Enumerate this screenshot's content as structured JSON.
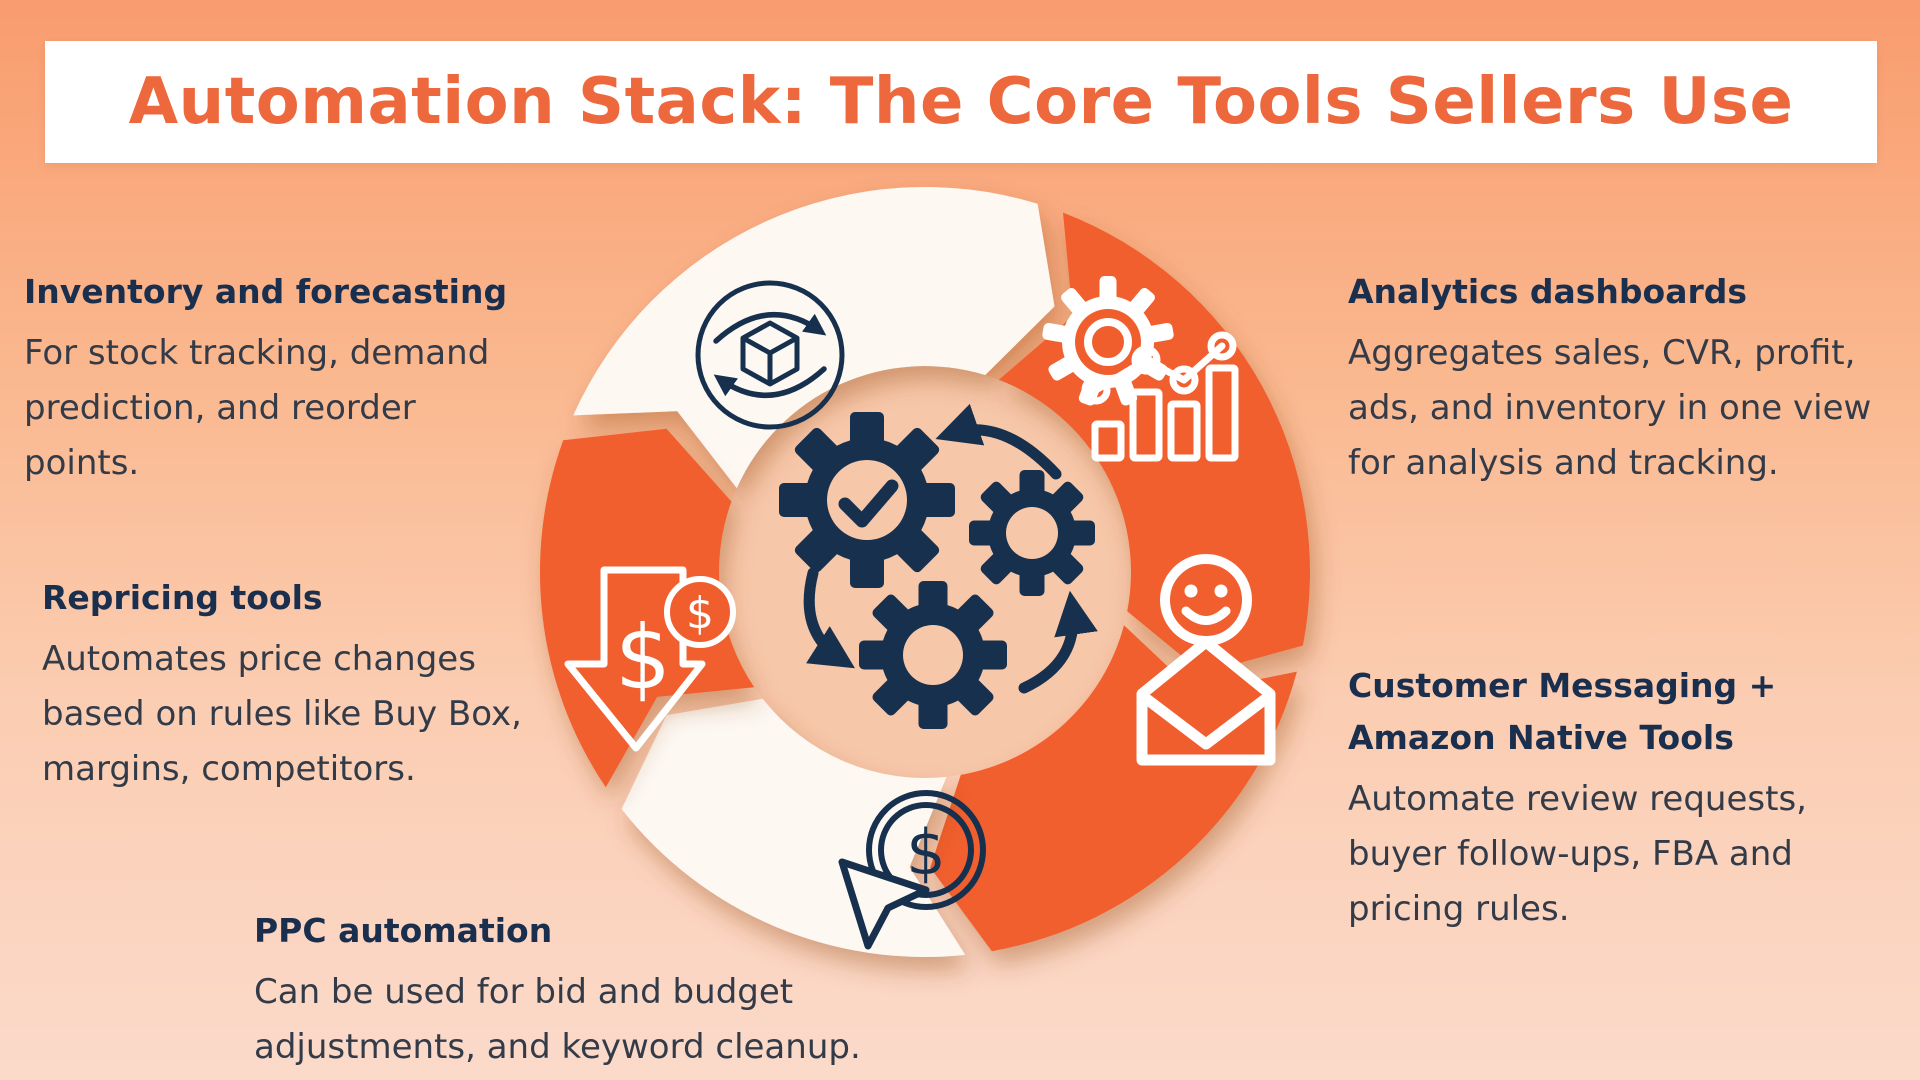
{
  "title": "Automation Stack: The Core Tools Sellers Use",
  "palette": {
    "orange": "#F15E2D",
    "title_orange": "#ED683C",
    "white_segment": "#FDF8F2",
    "navy": "#16304E",
    "heading_text": "#1A2F4E",
    "body_text": "#333B49",
    "disc": "#F7C7A9",
    "bg_top": "#F99C6E",
    "bg_bottom": "#FBDACA",
    "banner_bg": "#FFFFFF"
  },
  "blocks": [
    {
      "id": "inventory",
      "heading": "Inventory and forecasting",
      "body": "For stock tracking, demand\nprediction, and reorder\npoints."
    },
    {
      "id": "analytics",
      "heading": "Analytics dashboards",
      "body": "Aggregates sales, CVR, profit,\nads, and inventory in one view\nfor analysis and tracking."
    },
    {
      "id": "repricing",
      "heading": "Repricing tools",
      "body": "Automates price changes\nbased on rules like Buy Box,\nmargins, competitors."
    },
    {
      "id": "messaging",
      "heading": "Customer Messaging +\nAmazon Native Tools",
      "body": "Automate review requests,\nbuyer follow-ups, FBA and\npricing rules."
    },
    {
      "id": "ppc",
      "heading": "PPC automation",
      "body": "Can be used for bid and budget\nadjustments, and keyword cleanup."
    }
  ],
  "diagram": {
    "center_icon": "gears-cycle-icon",
    "segments": [
      {
        "name": "inventory-sync",
        "color_key": "white_segment",
        "icon": "sync-box-icon"
      },
      {
        "name": "analytics",
        "color_key": "orange",
        "icon": "analytics-chart-icon"
      },
      {
        "name": "messaging",
        "color_key": "orange",
        "icon": "envelope-smiley-icon"
      },
      {
        "name": "ppc",
        "color_key": "white_segment",
        "icon": "cursor-coin-icon"
      },
      {
        "name": "repricing",
        "color_key": "orange",
        "icon": "price-drop-arrow-icon"
      }
    ]
  }
}
